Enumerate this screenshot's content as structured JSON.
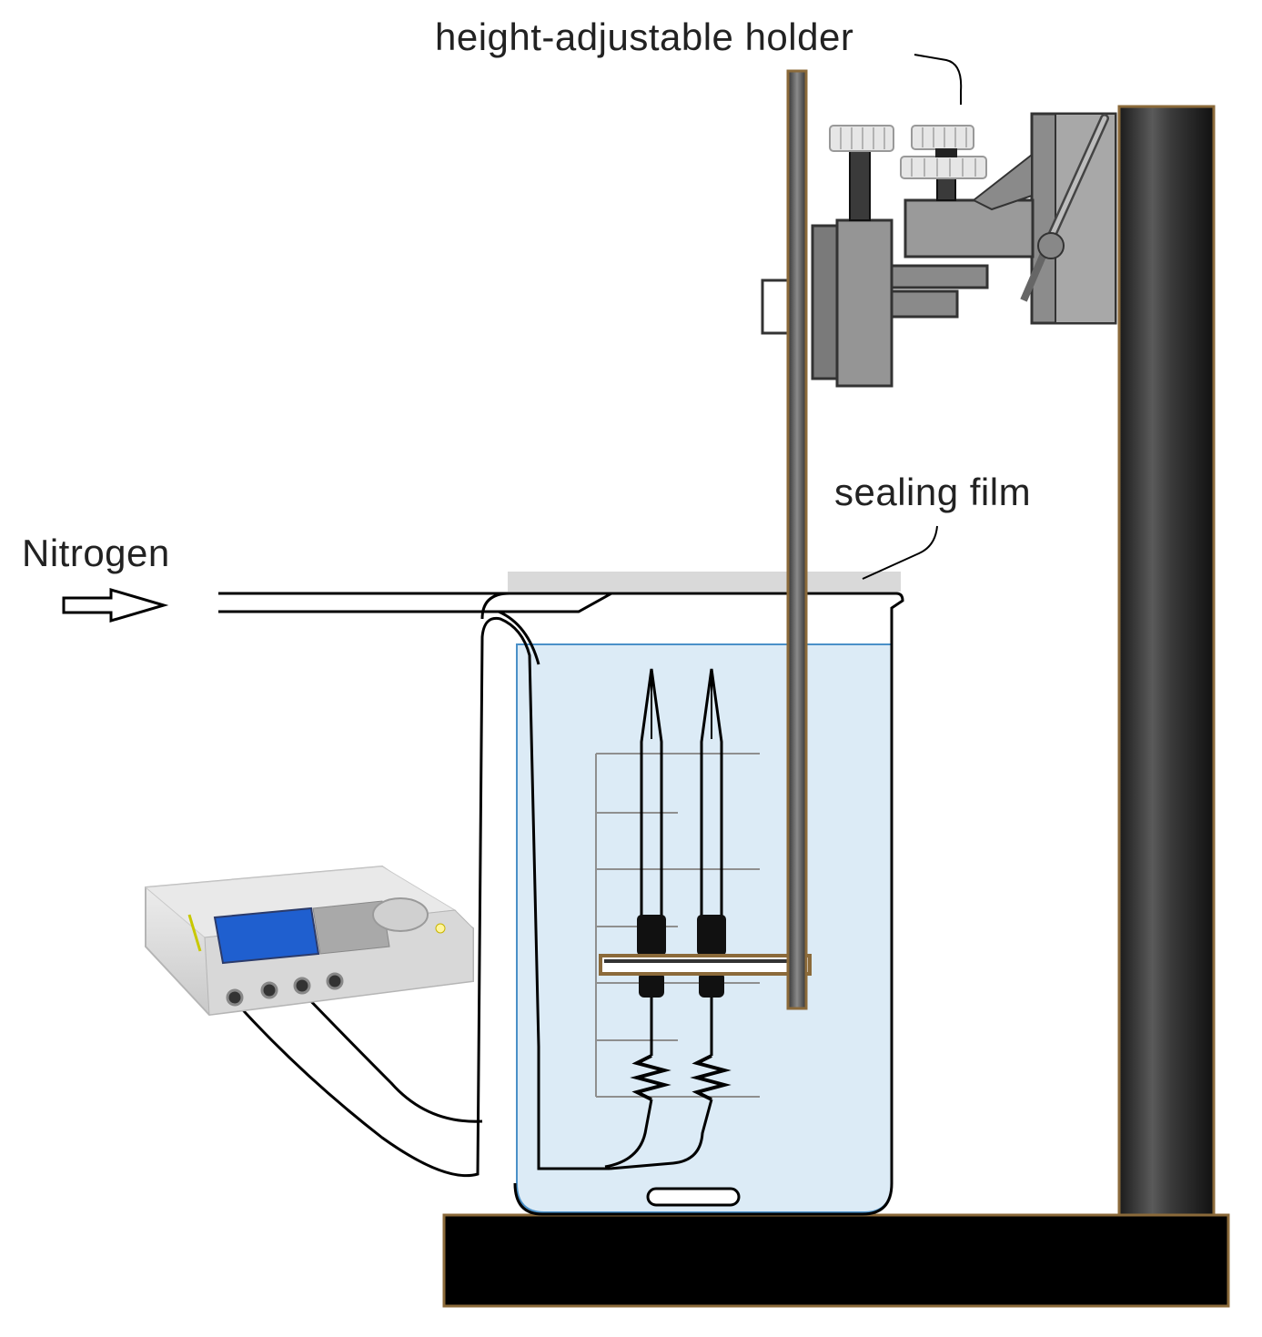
{
  "labels": {
    "holder": "height-adjustable holder",
    "film": "sealing film",
    "nitrogen": "Nitrogen"
  },
  "colors": {
    "water": "#dcebf6",
    "water_edge": "#4a90c8",
    "base": "#000000",
    "outline_brown": "#8b6a3a",
    "clamp_gray": "#9a9a9a",
    "clamp_dark": "#555555",
    "film": "#d9d9d9",
    "screen": "#1f5fcf"
  },
  "icons": {
    "arrow": "hollow-right-arrow",
    "device": "potentiostat-device",
    "electrode": "electrode"
  }
}
